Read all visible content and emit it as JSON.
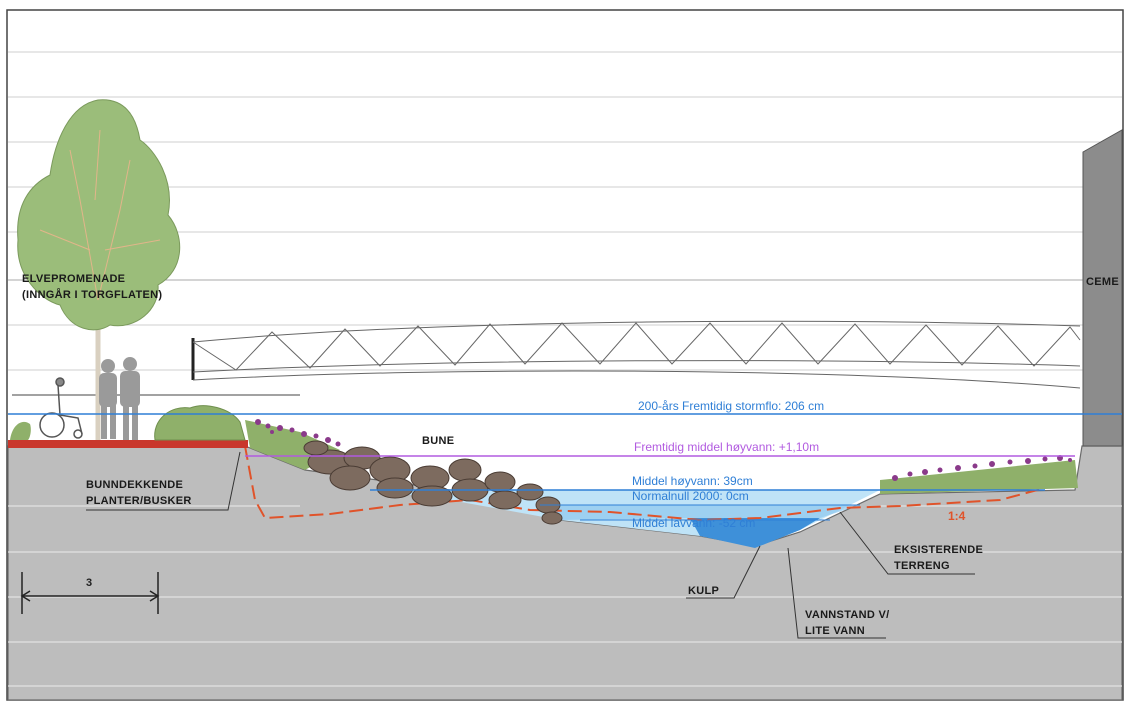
{
  "labels": {
    "promenade_line1": "ELVEPROMENADE",
    "promenade_line2": "(INNGÅR I TORGFLATEN)",
    "bune": "BUNE",
    "planter_line1": "BUNNDEKKENDE",
    "planter_line2": "PLANTER/BUSKER",
    "kulp": "KULP",
    "eksist_line1": "EKSISTERENDE",
    "eksist_line2": "TERRENG",
    "vannstand_line1": "VANNSTAND V/",
    "vannstand_line2": "LITE VANN",
    "slope": "1:4",
    "building": "CEME",
    "scale_value": "3"
  },
  "water_levels": [
    {
      "id": "stormflo",
      "label": "200-års Fremtidig stormflo: 206 cm",
      "color": "#2f7fd6"
    },
    {
      "id": "fremtidig",
      "label": "Fremtidig middel høyvann: +1,10m",
      "color": "#b25be0"
    },
    {
      "id": "middel_hoy",
      "label": "Middel høyvann: 39cm",
      "color": "#2f7fd6"
    },
    {
      "id": "normalnull",
      "label": "Normalnull 2000: 0cm",
      "color": "#2f7fd6"
    },
    {
      "id": "middel_lav",
      "label": "Middel lavvann: -52 cm",
      "color": "#2f7fd6"
    }
  ],
  "colors": {
    "ground": "#bdbdbd",
    "ground_edge": "#6b6b6b",
    "water_light": "#bfe3f7",
    "water_deep": "#3e90d9",
    "grass": "#8fb06a",
    "flowers": "#8a3a8a",
    "stone": "#7d6b5f",
    "tree": "#9bbd7a",
    "existing_terrain": "#e0532a",
    "building": "#8c8c8c"
  }
}
